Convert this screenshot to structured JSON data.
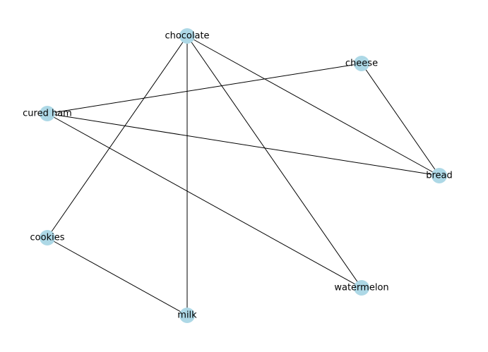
{
  "graph": {
    "node_color": "#add8e6",
    "edge_color": "#000000",
    "nodes": [
      {
        "id": "chocolate",
        "label": "chocolate"
      },
      {
        "id": "cheese",
        "label": "cheese"
      },
      {
        "id": "cured_ham",
        "label": "cured ham"
      },
      {
        "id": "bread",
        "label": "bread"
      },
      {
        "id": "cookies",
        "label": "cookies"
      },
      {
        "id": "watermelon",
        "label": "watermelon"
      },
      {
        "id": "milk",
        "label": "milk"
      }
    ],
    "edges": [
      [
        "chocolate",
        "cookies"
      ],
      [
        "chocolate",
        "milk"
      ],
      [
        "chocolate",
        "watermelon"
      ],
      [
        "chocolate",
        "bread"
      ],
      [
        "cheese",
        "cured_ham"
      ],
      [
        "cheese",
        "bread"
      ],
      [
        "cured_ham",
        "bread"
      ],
      [
        "cured_ham",
        "watermelon"
      ],
      [
        "cookies",
        "milk"
      ]
    ]
  }
}
